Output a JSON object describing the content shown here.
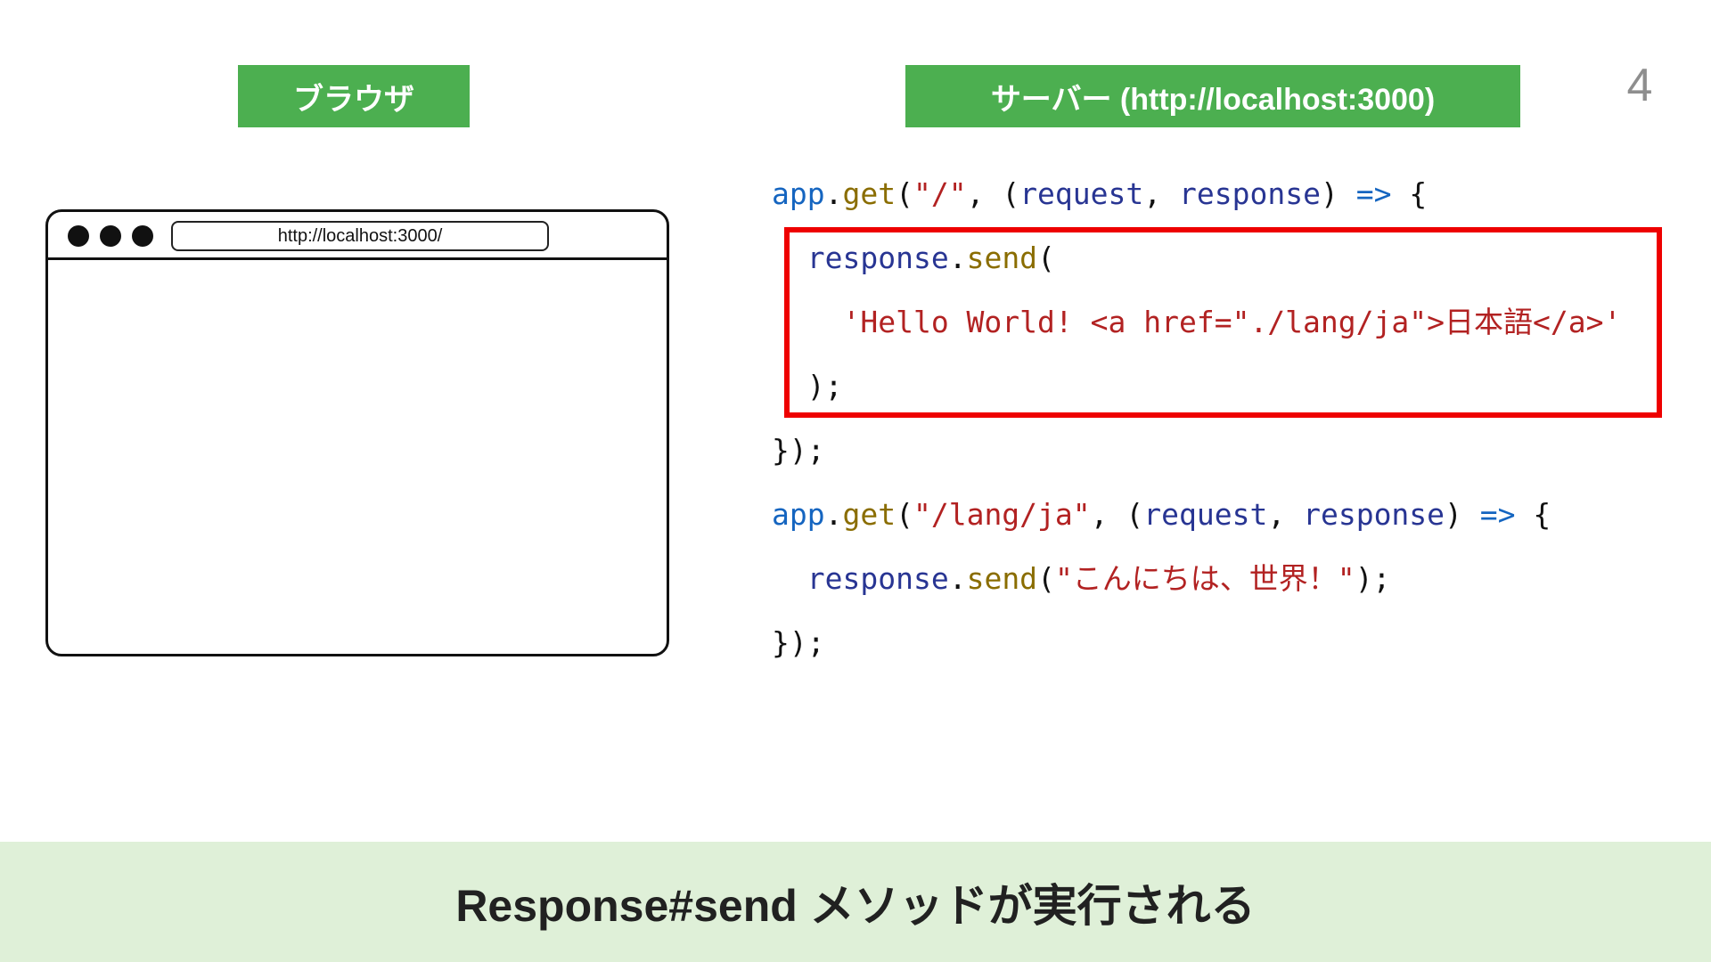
{
  "page_number": "4",
  "colors": {
    "green": "#4caf50",
    "banner_bg": "#dff0d8",
    "banner_text": "#212121",
    "box_red": "#ee0000",
    "code_blue": "#1565c0",
    "code_olive": "#8a6d00",
    "code_red": "#b22222",
    "code_navy": "#283593",
    "gray": "#8e8e8e"
  },
  "browser": {
    "label": "ブラウザ",
    "url": "http://localhost:3000/"
  },
  "server": {
    "label": "サーバー (http://localhost:3000)"
  },
  "code": {
    "lines": [
      {
        "tokens": [
          [
            "app",
            "blue"
          ],
          [
            ".",
            "plain"
          ],
          [
            "get",
            "olive"
          ],
          [
            "(",
            "plain"
          ],
          [
            "\"/\"",
            "red"
          ],
          [
            ", (",
            "plain"
          ],
          [
            "request",
            "navy"
          ],
          [
            ", ",
            "plain"
          ],
          [
            "response",
            "navy"
          ],
          [
            ") ",
            "plain"
          ],
          [
            "=>",
            "blue"
          ],
          [
            " {",
            "plain"
          ]
        ]
      },
      {
        "tokens": [
          [
            "  ",
            "plain"
          ],
          [
            "response",
            "navy"
          ],
          [
            ".",
            "plain"
          ],
          [
            "send",
            "olive"
          ],
          [
            "(",
            "plain"
          ]
        ]
      },
      {
        "tokens": [
          [
            "    ",
            "plain"
          ],
          [
            "'Hello World! <a href=\"./lang/ja\">日本語</a>'",
            "red"
          ]
        ]
      },
      {
        "tokens": [
          [
            "  );",
            "plain"
          ]
        ]
      },
      {
        "tokens": [
          [
            "});",
            "plain"
          ]
        ]
      },
      {
        "tokens": [
          [
            "app",
            "blue"
          ],
          [
            ".",
            "plain"
          ],
          [
            "get",
            "olive"
          ],
          [
            "(",
            "plain"
          ],
          [
            "\"/lang/ja\"",
            "red"
          ],
          [
            ", (",
            "plain"
          ],
          [
            "request",
            "navy"
          ],
          [
            ", ",
            "plain"
          ],
          [
            "response",
            "navy"
          ],
          [
            ") ",
            "plain"
          ],
          [
            "=>",
            "blue"
          ],
          [
            " {",
            "plain"
          ]
        ]
      },
      {
        "tokens": [
          [
            "  ",
            "plain"
          ],
          [
            "response",
            "navy"
          ],
          [
            ".",
            "plain"
          ],
          [
            "send",
            "olive"
          ],
          [
            "(",
            "plain"
          ],
          [
            "\"こんにちは、世界！\"",
            "red"
          ],
          [
            ");",
            "plain"
          ]
        ]
      },
      {
        "tokens": [
          [
            "});",
            "plain"
          ]
        ]
      }
    ]
  },
  "banner": {
    "text": "Response#send メソッドが実行される"
  }
}
